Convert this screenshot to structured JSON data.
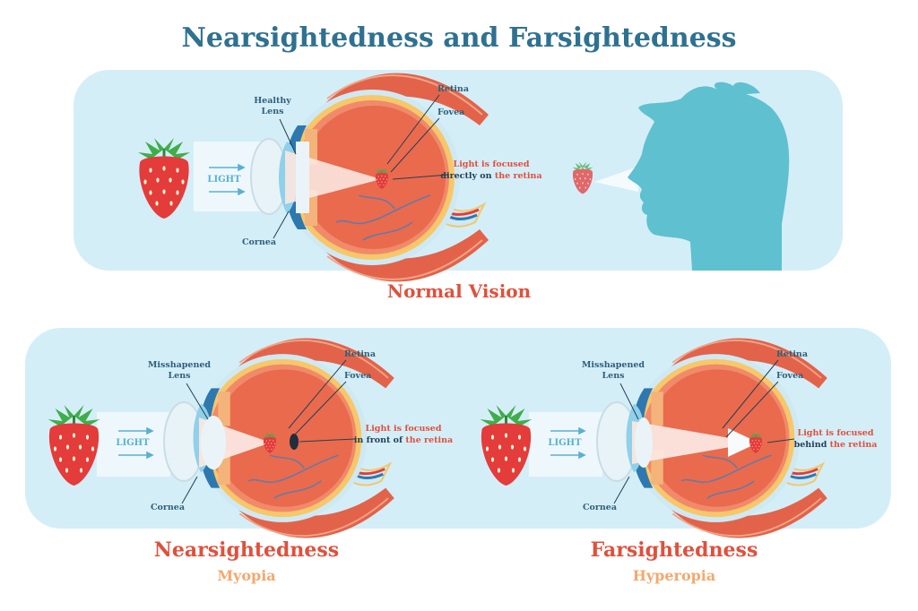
{
  "title": "Nearsightedness and Farsightedness",
  "colors": {
    "title": "#2e7191",
    "panel": "#d4eef8",
    "heading_red": "#e0503c",
    "subtitle_orange": "#f4a86e",
    "label_blue": "#2f5f7a",
    "head_silhouette": "#5fc0d0",
    "muscle": "#e2634a",
    "eye_inner": "#ea6a4e",
    "lens": "#e8f3f7",
    "cornea": "#2e78b0"
  },
  "panels": {
    "normal": {
      "heading": "Normal Vision",
      "lens_label_1": "Healthy",
      "lens_label_2": "Lens",
      "retina": "Retina",
      "fovea": "Fovea",
      "cornea": "Cornea",
      "light": "LIGHT",
      "note_1": "Light is focused",
      "note_2a": "directly on",
      "note_2b": "the retina"
    },
    "myopia": {
      "heading": "Nearsightedness",
      "subheading": "Myopia",
      "lens_label_1": "Misshapened",
      "lens_label_2": "Lens",
      "retina": "Retina",
      "fovea": "Fovea",
      "cornea": "Cornea",
      "light": "LIGHT",
      "note_1": "Light is focused",
      "note_2a": "in front of",
      "note_2b": "the retina"
    },
    "hyperopia": {
      "heading": "Farsightedness",
      "subheading": "Hyperopia",
      "lens_label_1": "Misshapened",
      "lens_label_2": "Lens",
      "retina": "Retina",
      "fovea": "Fovea",
      "cornea": "Cornea",
      "light": "LIGHT",
      "note_1": "Light is focused",
      "note_2a": "behind",
      "note_2b": "the retina"
    }
  }
}
